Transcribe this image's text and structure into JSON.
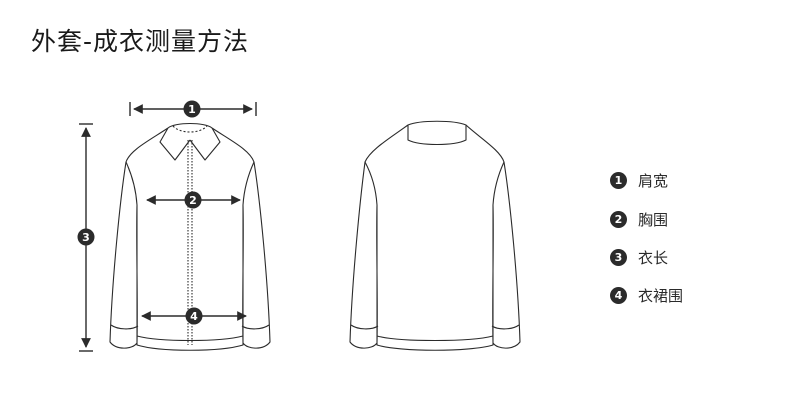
{
  "page_title": "外套-成衣测量方法",
  "measurements": [
    {
      "num": "1",
      "label": "肩宽"
    },
    {
      "num": "2",
      "label": "胸围"
    },
    {
      "num": "3",
      "label": "衣长"
    },
    {
      "num": "4",
      "label": "衣裙围"
    }
  ],
  "colors": {
    "line": "#2b2b2b",
    "badge": "#2b2b2b",
    "badge_text": "#ffffff"
  }
}
